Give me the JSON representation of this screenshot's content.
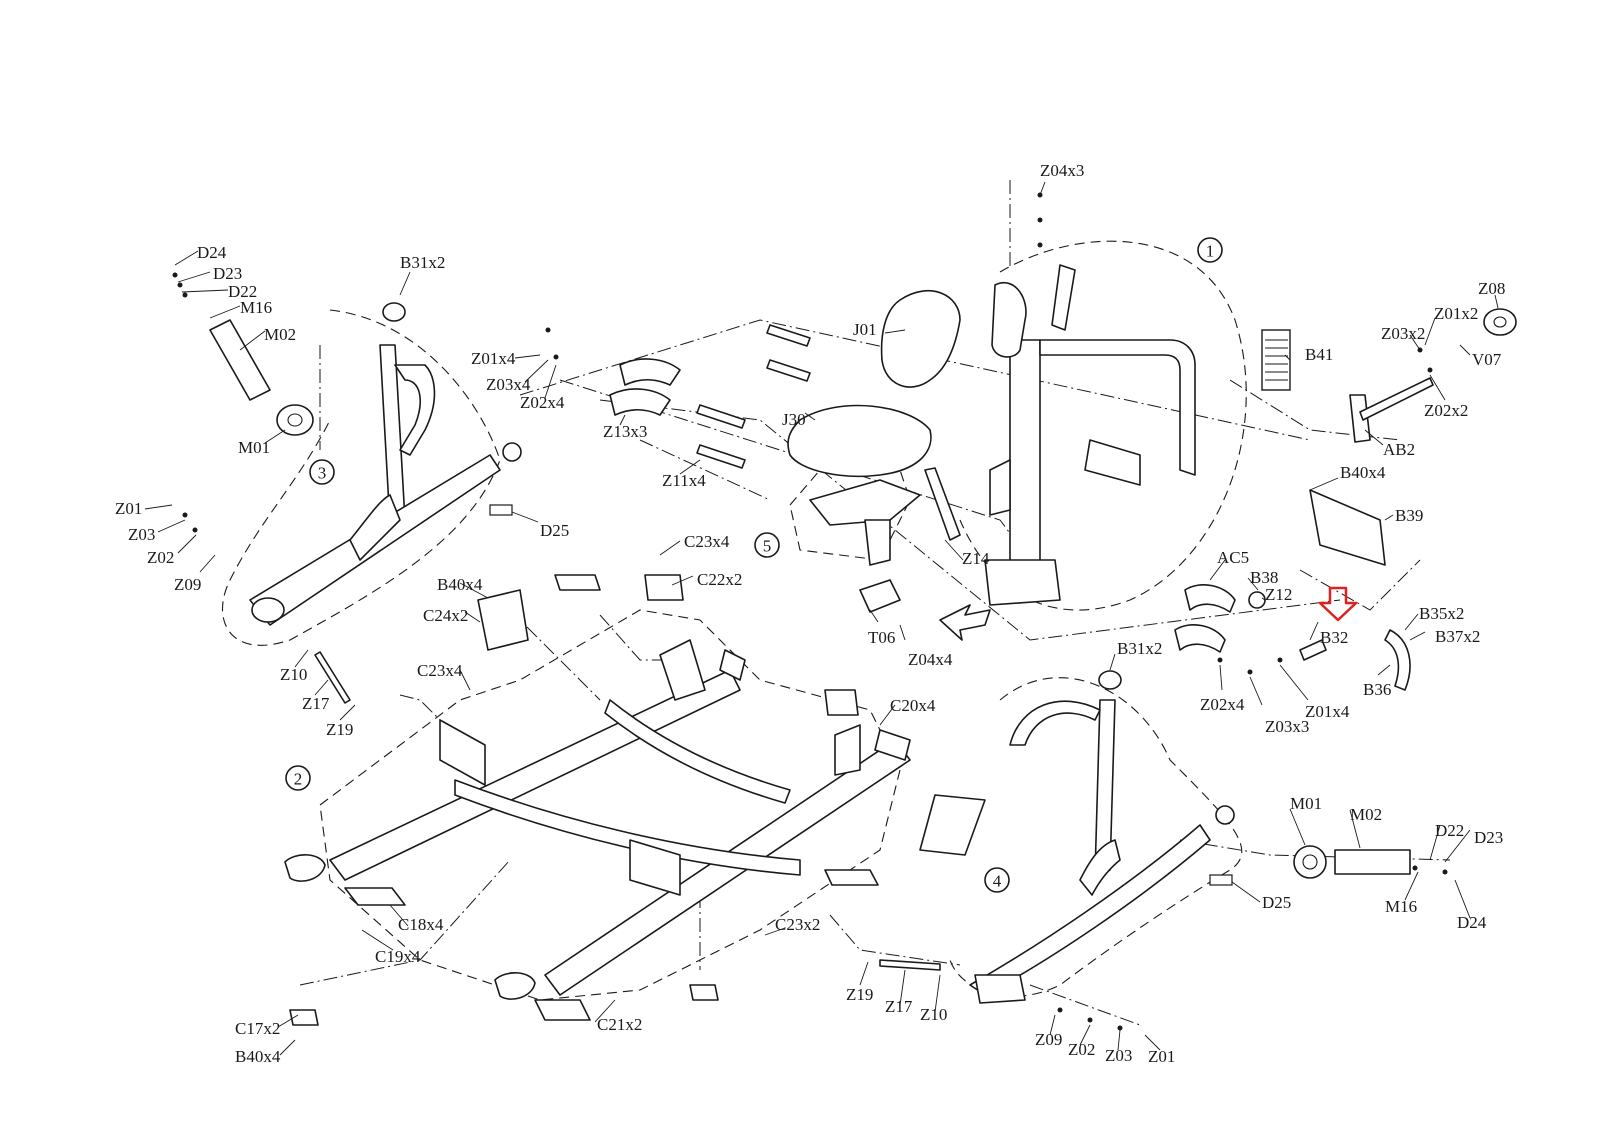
{
  "diagram": {
    "highlight_color": "#e02020",
    "highlighted_part": "B32",
    "group_numbers": [
      "1",
      "2",
      "3",
      "4",
      "5"
    ],
    "labels": {
      "z04x3": "Z04x3",
      "b41": "B41",
      "z08": "Z08",
      "z01x2": "Z01x2",
      "z03x2": "Z03x2",
      "v07": "V07",
      "z02x2": "Z02x2",
      "ab2": "AB2",
      "j01": "J01",
      "j30": "J30",
      "d24_top": "D24",
      "d23_top": "D23",
      "d22_top": "D22",
      "m16_top": "M16",
      "m02_top": "M02",
      "m01_top": "M01",
      "b31x2_top": "B31x2",
      "z01x4_top": "Z01x4",
      "z03x4": "Z03x4",
      "z02x4_top": "Z02x4",
      "z13x3": "Z13x3",
      "z11x4": "Z11x4",
      "z01": "Z01",
      "z03": "Z03",
      "z02": "Z02",
      "z09": "Z09",
      "d25_top": "D25",
      "c23x4_top": "C23x4",
      "c22x2": "C22x2",
      "b40x4_top": "B40x4",
      "c24x2": "C24x2",
      "z14": "Z14",
      "t06": "T06",
      "z04x4": "Z04x4",
      "b40x4_right": "B40x4",
      "b39": "B39",
      "ac5": "AC5",
      "b38": "B38",
      "z12": "Z12",
      "b32": "B32",
      "b35x2": "B35x2",
      "b37x2": "B37x2",
      "b36": "B36",
      "z02x4_bottom": "Z02x4",
      "z03x3": "Z03x3",
      "z01x4_bottom": "Z01x4",
      "z10_left": "Z10",
      "z17_left": "Z17",
      "z19_left": "Z19",
      "c23x4_left": "C23x4",
      "b31x2_bottom": "B31x2",
      "c20x4": "C20x4",
      "m01_bottom": "M01",
      "m02_bottom": "M02",
      "d22_bottom": "D22",
      "d23_bottom": "D23",
      "m16_bottom": "M16",
      "d24_bottom": "D24",
      "d25_bottom": "D25",
      "c18x4": "C18x4",
      "c19x4": "C19x4",
      "c23x2": "C23x2",
      "z19_bottom": "Z19",
      "z17_bottom": "Z17",
      "z10_bottom": "Z10",
      "c17x2": "C17x2",
      "b40x4_bottom": "B40x4",
      "c21x2": "C21x2",
      "z09_bottom": "Z09",
      "z02_bottom": "Z02",
      "z03_bottom": "Z03",
      "z01_bottom": "Z01"
    }
  }
}
